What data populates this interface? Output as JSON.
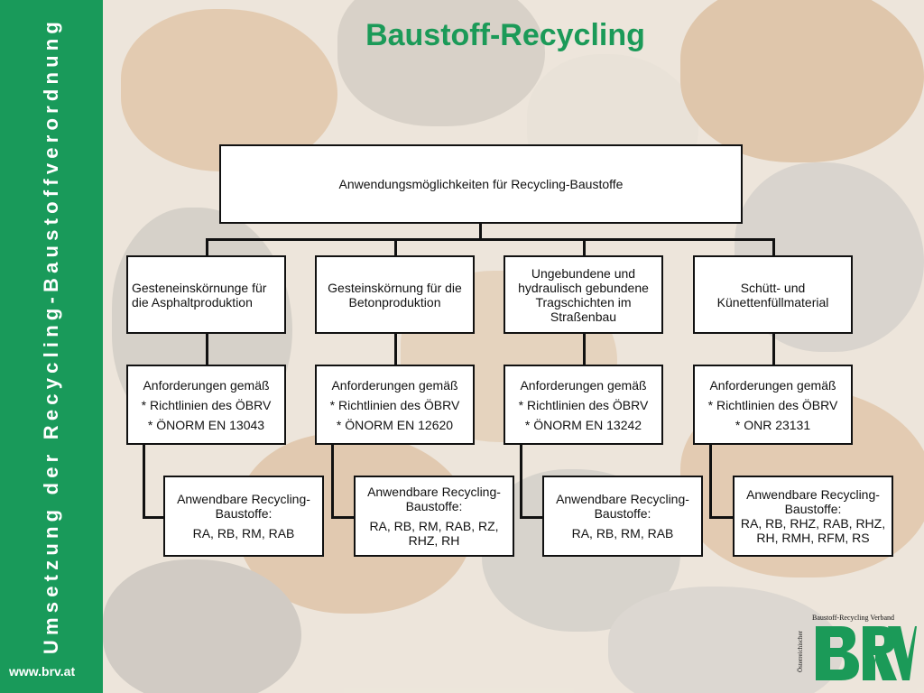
{
  "title": "Baustoff-Recycling",
  "sidebar": {
    "vertical_text": "Umsetzung der Recycling-Baustoffverordnung",
    "url": "www.brv.at"
  },
  "diagram": {
    "root": "Anwendungsmöglichkeiten  für  Recycling-Baustoffe",
    "columns": [
      {
        "category": "Gesteneinskörnunge für die Asphaltproduktion",
        "requirements": [
          "Anforderungen gemäß",
          "* Richtlinien des ÖBRV",
          "* ÖNORM EN 13043"
        ],
        "applicable": [
          "Anwendbare Recycling-Baustoffe:",
          "RA, RB, RM, RAB"
        ]
      },
      {
        "category": "Gesteinskörnung für die Betonproduktion",
        "requirements": [
          "Anforderungen gemäß",
          "* Richtlinien des ÖBRV",
          "* ÖNORM EN 12620"
        ],
        "applicable": [
          "Anwendbare Recycling-Baustoffe:",
          "RA, RB, RM, RAB, RZ, RHZ, RH"
        ]
      },
      {
        "category": "Ungebundene und hydraulisch gebundene Tragschichten im Straßenbau",
        "requirements": [
          "Anforderungen gemäß",
          "* Richtlinien des ÖBRV",
          "* ÖNORM EN 13242"
        ],
        "applicable": [
          "Anwendbare Recycling-Baustoffe:",
          "RA, RB, RM, RAB"
        ]
      },
      {
        "category": "Schütt- und Künettenfüllmaterial",
        "requirements": [
          "Anforderungen gemäß",
          "* Richtlinien des ÖBRV",
          "* ONR 23131"
        ],
        "applicable": [
          "Anwendbare Recycling-Baustoffe:",
          "RA, RB, RHZ, RAB, RHZ, RH, RMH, RFM, RS"
        ]
      }
    ]
  },
  "logo": {
    "top_text": "Baustoff-Recycling Verband",
    "side_text": "Österreichischer",
    "letters": "BRV",
    "color": "#1b9a58"
  },
  "colors": {
    "sidebar": "#199a5a",
    "title": "#1b9a58"
  }
}
